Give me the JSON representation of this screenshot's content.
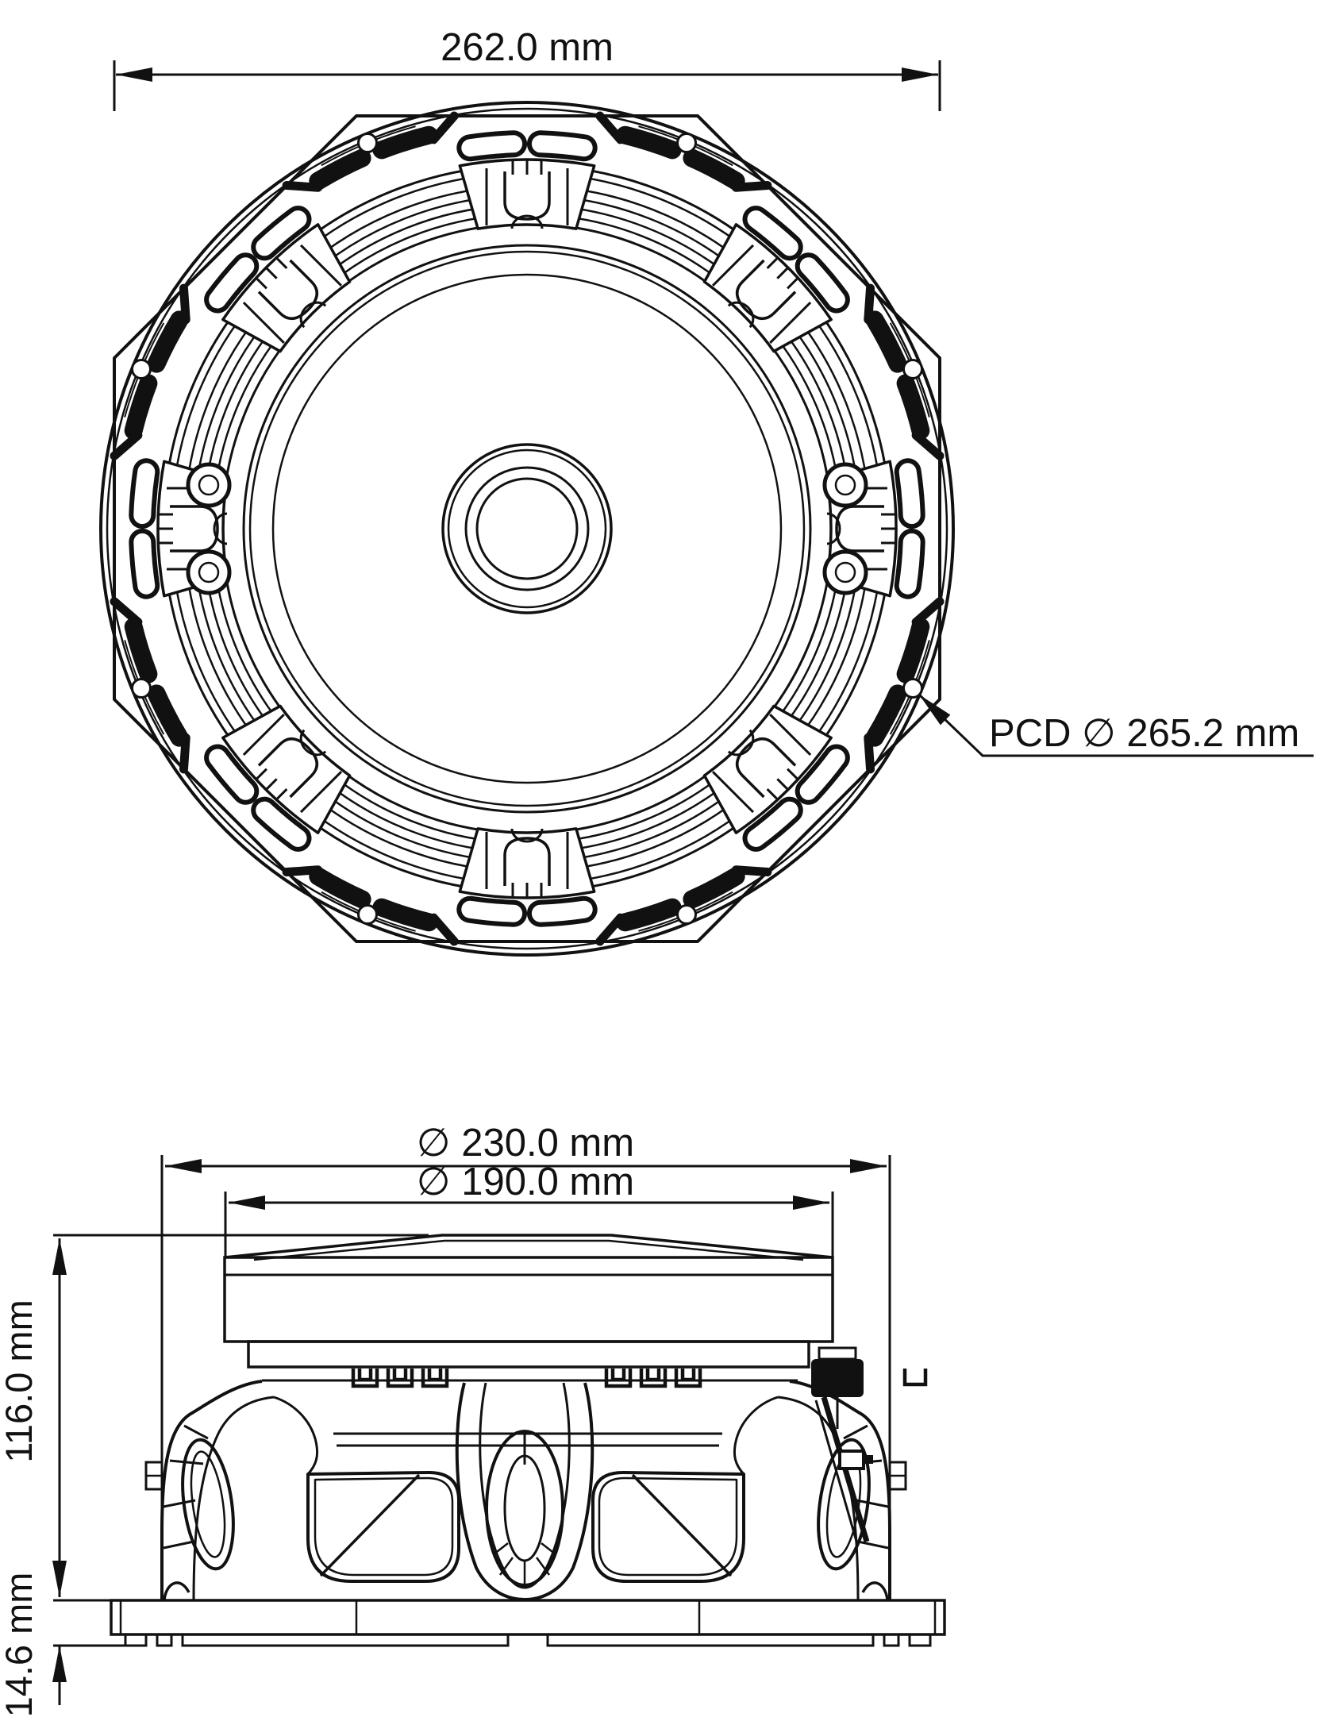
{
  "front_view": {
    "width_dim": "262.0 mm",
    "pcd_label": "PCD ∅ 265.2 mm"
  },
  "side_view": {
    "outer_dia_dim": "∅ 230.0 mm",
    "gasket_dia_dim": "∅ 190.0 mm",
    "height_dim": "116.0 mm",
    "flange_dim": "14.6 mm"
  },
  "colors": {
    "line": "#111111",
    "background": "#ffffff"
  }
}
